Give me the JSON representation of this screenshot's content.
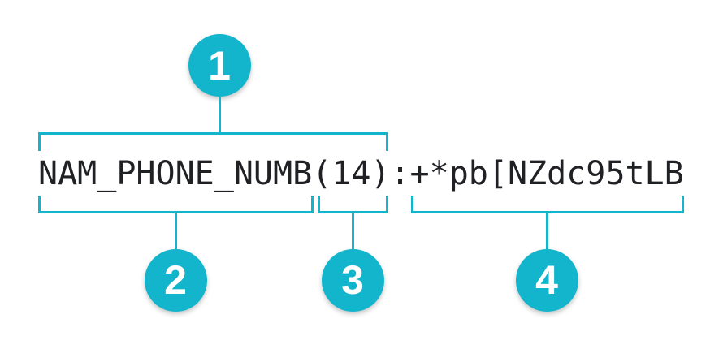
{
  "diagram": {
    "token": {
      "full": "NAM_PHONE_NUMB(14):+*pb[NZdc95tLB",
      "separator": ":"
    },
    "markers": [
      {
        "label": "1",
        "covers": "NAM_PHONE_NUMB(14)",
        "position": "above"
      },
      {
        "label": "2",
        "covers": "NAM_PHONE_NUMB",
        "position": "below"
      },
      {
        "label": "3",
        "covers": "(14)",
        "position": "below"
      },
      {
        "label": "4",
        "covers": "+*pb[NZdc95tLB",
        "position": "below"
      }
    ],
    "colors": {
      "accent": "#12b5cb",
      "text": "#202124",
      "marker_text": "#ffffff",
      "background": "#ffffff"
    }
  }
}
